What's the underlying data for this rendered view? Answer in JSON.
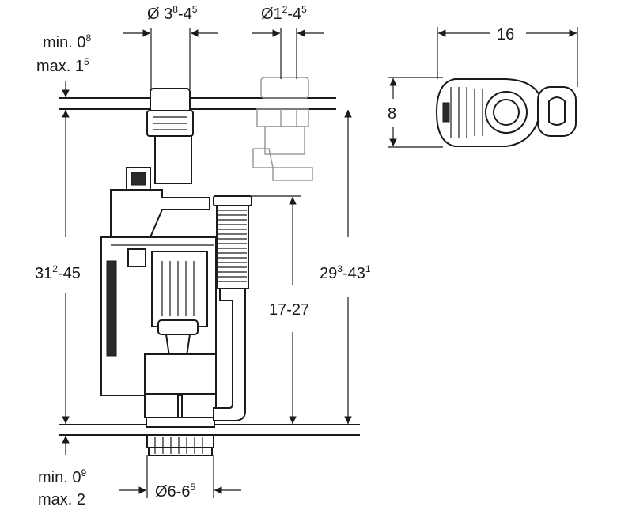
{
  "dimensions": {
    "top_hole_diameter": {
      "base": "Ø 3",
      "sup1": "8",
      "mid": "-4",
      "sup2": "5"
    },
    "top_pipe_diameter": {
      "base": "Ø1",
      "sup1": "2",
      "mid": "-4",
      "sup2": "5"
    },
    "plan_width": "16",
    "plan_depth": "8",
    "top_min": {
      "base": "min. 0",
      "sup": "8"
    },
    "top_max": {
      "base": "max. 1",
      "sup": "5"
    },
    "left_height": {
      "base": "31",
      "sup": "2",
      "tail": "-45"
    },
    "right_height": {
      "base": "29",
      "sup1": "3",
      "mid": "-43",
      "sup2": "1"
    },
    "overflow_height": "17-27",
    "bottom_min": {
      "base": "min. 0",
      "sup": "9"
    },
    "bottom_max": "max. 2",
    "outlet_diameter": {
      "base": "Ø6-6",
      "sup": "5"
    }
  }
}
